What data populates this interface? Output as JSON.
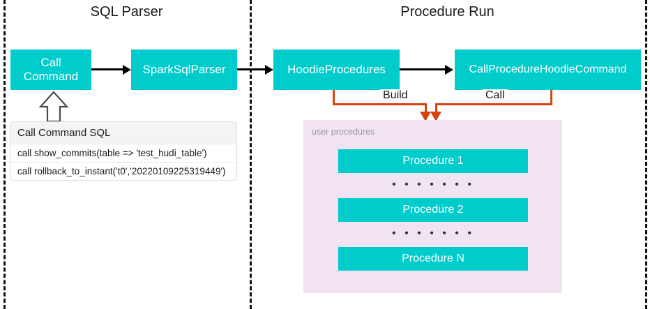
{
  "diagram": {
    "title_left": "SQL Parser",
    "title_right": "Procedure Run"
  },
  "nodes": {
    "call_command": "Call\nCommand",
    "call_command_line1": "Call",
    "call_command_line2": "Command",
    "spark_sql_parser": "SparkSqlParser",
    "hoodie_procedures": "HoodieProcedures",
    "call_procedure_hoodie_command": "CallProcedureHoodieCommand"
  },
  "edges": {
    "build_label": "Build",
    "call_label": "Call"
  },
  "sql_card": {
    "header": "Call Command SQL",
    "rows": [
      "call show_commits(table => 'test_hudi_table')",
      "call rollback_to_instant('t0','20220109225319449')"
    ]
  },
  "user_procedures_panel": {
    "caption": "user procedures",
    "items": [
      "Procedure 1",
      "Procedure 2",
      "Procedure N"
    ],
    "ellipsis": "• • • • • • •"
  },
  "colors": {
    "node_fill": "#00CCCC",
    "node_text": "#FFFFFF",
    "panel_fill": "#F2E3F3",
    "connector_orange": "#D9420B",
    "arrow_black": "#000000",
    "divider": "#111111",
    "caption_gray": "#999999"
  }
}
